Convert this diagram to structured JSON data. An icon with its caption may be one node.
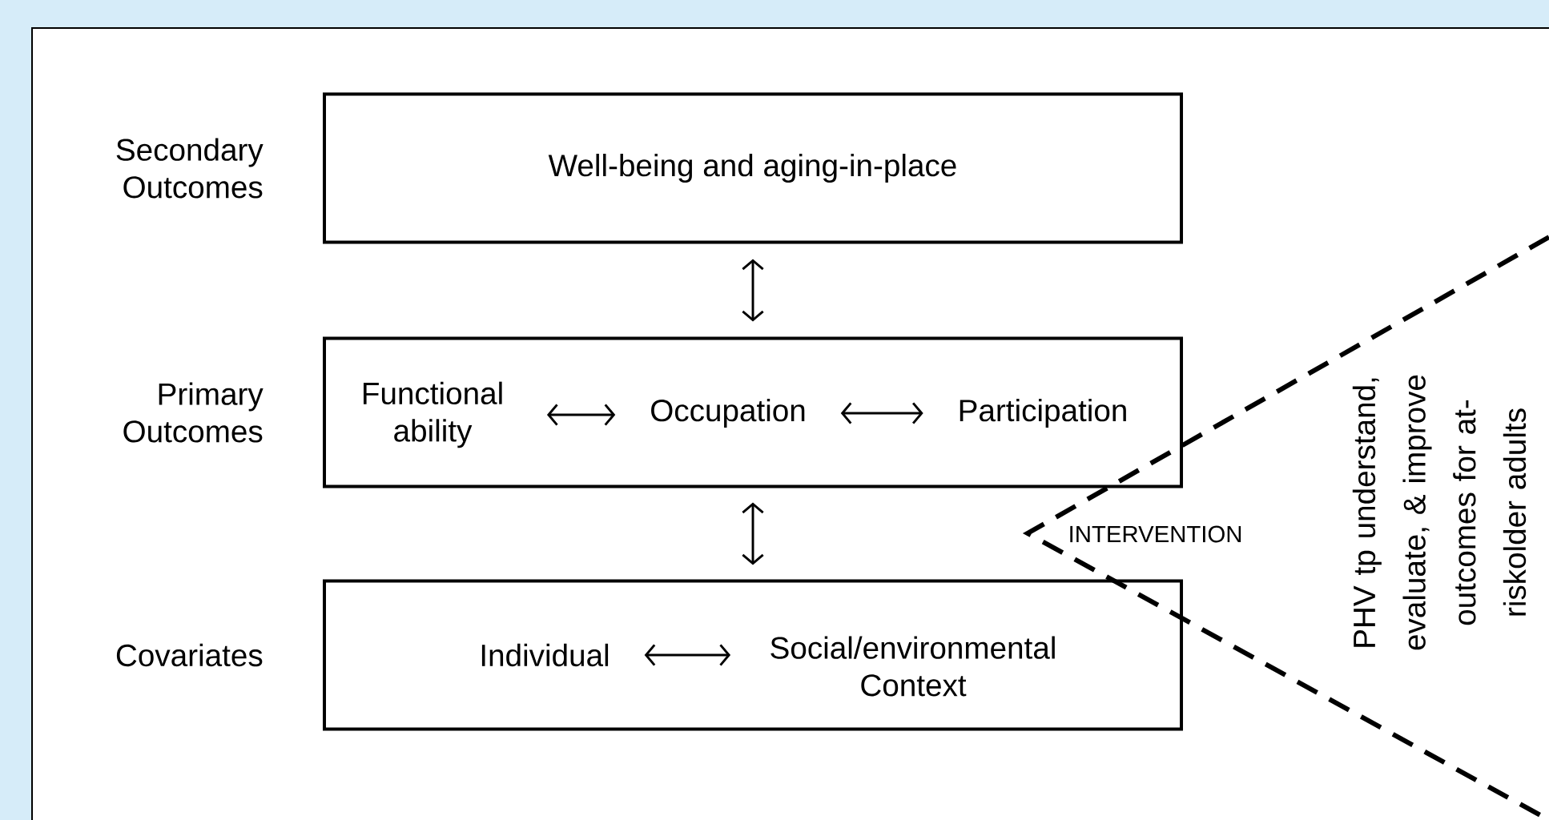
{
  "diagram": {
    "nodes": [
      {
        "text": [
          "Well-being and aging-in-place"
        ],
        "beside": [
          "Secondary Outcomes"
        ]
      },
      {
        "text": [],
        "shape": "box",
        "beside": [
          "Primary Outcomes"
        ]
      },
      {
        "text": [
          "Functional ability"
        ],
        "in": 1
      },
      {
        "text": [
          "Occupation"
        ],
        "in": 1
      },
      {
        "text": [
          "Participation"
        ],
        "in": 1
      },
      {
        "text": [],
        "shape": "box",
        "beside": [
          "Covariates"
        ]
      },
      {
        "text": [
          "Individual"
        ],
        "in": 5
      },
      {
        "text": [
          "Social/environmental Context"
        ],
        "in": 5
      }
    ],
    "edges": [
      {
        "from": 0,
        "to": 1,
        "arrow": "both"
      },
      {
        "from": 1,
        "to": 5,
        "arrow": "both"
      },
      {
        "from": 2,
        "to": 3,
        "arrow": "both"
      },
      {
        "from": 3,
        "to": 4,
        "arrow": "both"
      },
      {
        "from": 6,
        "to": 7,
        "arrow": "both"
      }
    ],
    "labels": [
      "INTERVENTION",
      "PHV  tp understand, evaluate, & improve outcomes for at-riskolder adults"
    ]
  }
}
